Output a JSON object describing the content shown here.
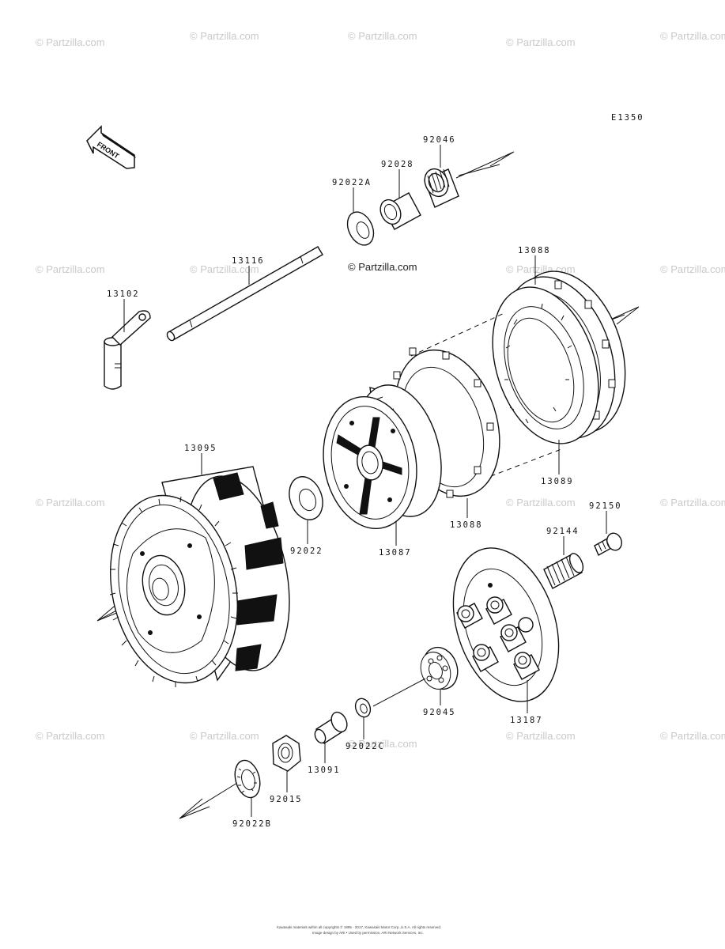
{
  "diagram_code": "E1350",
  "front_label": "FRONT",
  "watermark_text": "© Partzilla.com",
  "footer_line1": "Kawasaki materials within all copyrights © 1995 - 2017, Kawasaki Motor Corp.,U.S.A. All rights reserved.",
  "footer_line2": "Image design by ARI • Used by permission, ARI Network Services, Inc.",
  "parts": {
    "p92046": "92046",
    "p92028": "92028",
    "p92022A": "92022A",
    "p13116": "13116",
    "p13102": "13102",
    "p13088a": "13088",
    "p13089": "13089",
    "p13088b": "13088",
    "p13095": "13095",
    "p92022": "92022",
    "p13087": "13087",
    "p92150": "92150",
    "p92144": "92144",
    "p13187": "13187",
    "p92045": "92045",
    "p92022C": "92022C",
    "p13091": "13091",
    "p92015": "92015",
    "p92022B": "92022B"
  }
}
